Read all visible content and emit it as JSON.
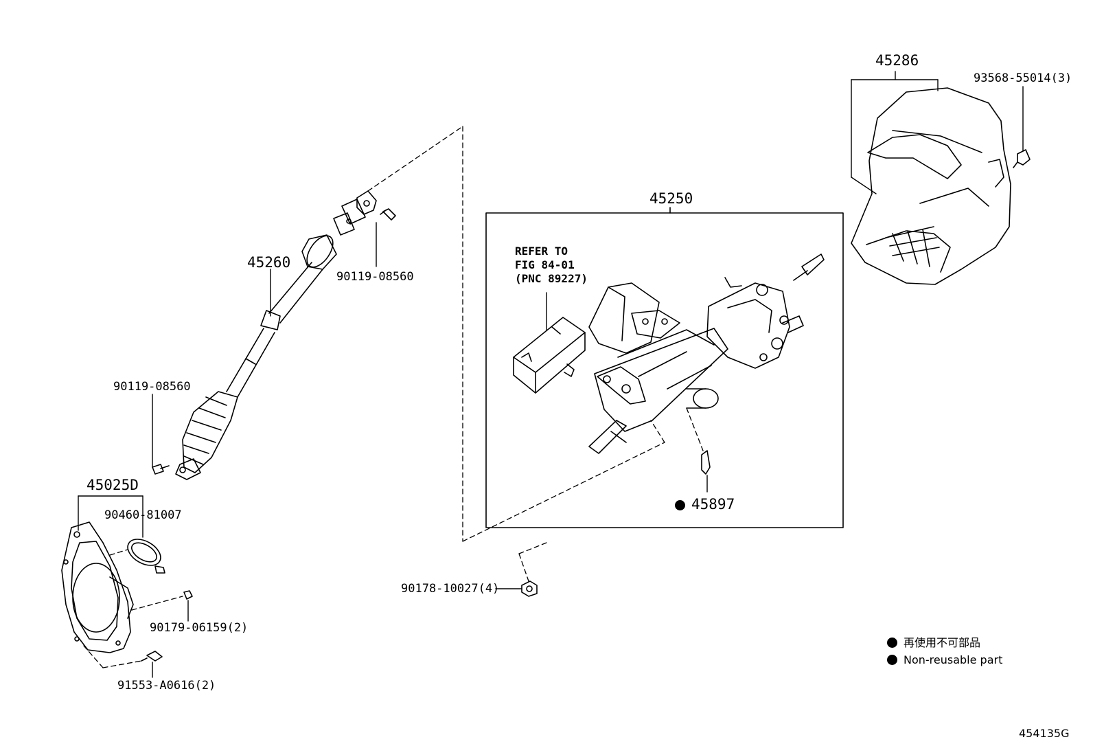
{
  "parts": {
    "shaft": "45260",
    "shaft_bolt_top": "90119-08560",
    "shaft_bolt_bottom": "90119-08560",
    "cover_assy": "45025D",
    "clamp": "90460-81007",
    "cover_nut": "90179-06159(2)",
    "cover_bolt": "91553-A0616(2)",
    "column_assy": "45250",
    "column_bolt": "45897",
    "column_nut": "90178-10027(4)",
    "column_cover": "45286",
    "cover_screw": "93568-55014(3)"
  },
  "reference_note": {
    "line1": "REFER TO",
    "line2": "FIG 84-01",
    "line3": "(PNC 89227)"
  },
  "legend": {
    "jp": "再使用不可部品",
    "en": "Non-reusable part"
  },
  "figure_id": "454135G"
}
